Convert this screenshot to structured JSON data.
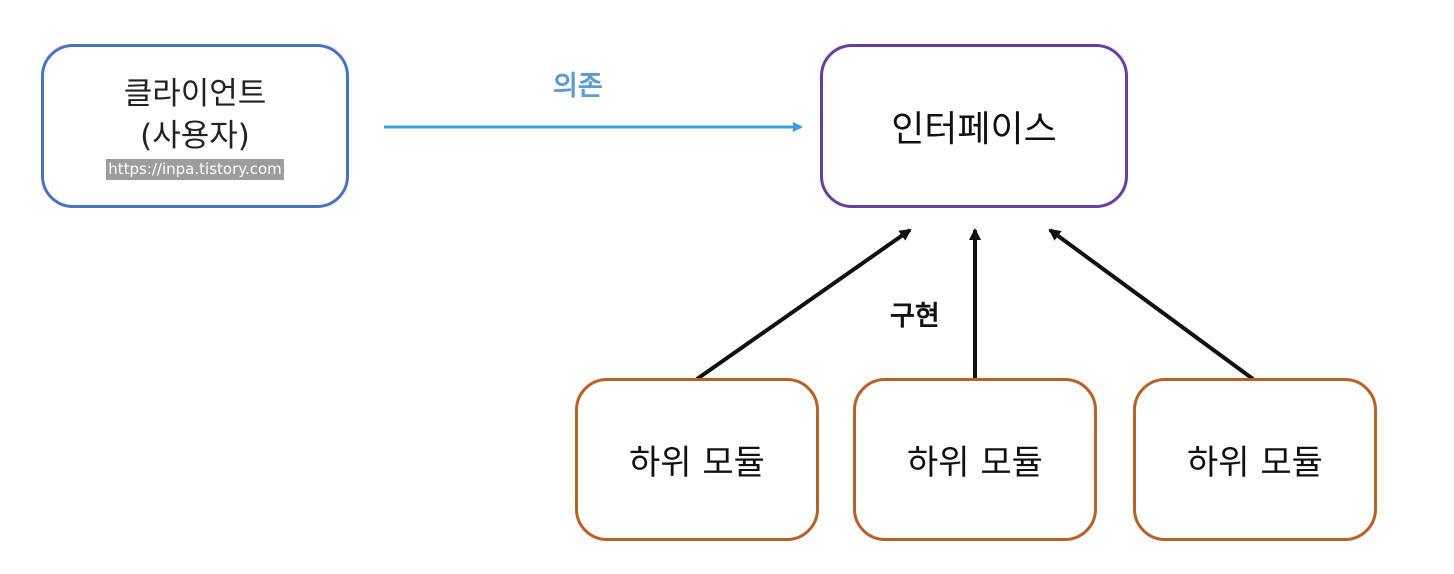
{
  "client": {
    "line1": "클라이언트",
    "line2": "(사용자)",
    "watermark": "https://inpa.tistory.com"
  },
  "interface": {
    "label": "인터페이스"
  },
  "modules": [
    {
      "label": "하위 모듈"
    },
    {
      "label": "하위 모듈"
    },
    {
      "label": "하위 모듈"
    }
  ],
  "edges": {
    "depends_label": "의존",
    "implements_label": "구현"
  },
  "colors": {
    "client_border": "#4a72c4",
    "interface_border": "#6a3ea1",
    "module_border": "#b8602a",
    "depends_arrow": "#3aa0e0",
    "implements_arrow": "#111111"
  }
}
